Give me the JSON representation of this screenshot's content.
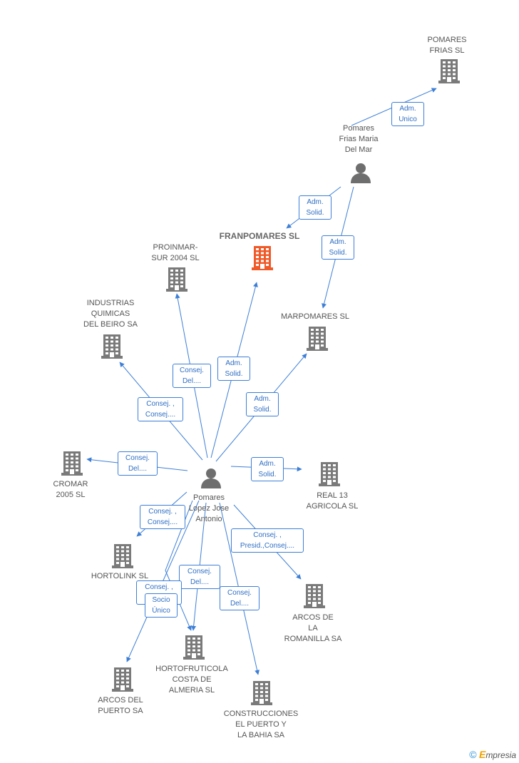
{
  "colors": {
    "edge": "#3d7fd6",
    "building": "#7a7a7a",
    "building_focus": "#f05a28",
    "person": "#6e6e6e"
  },
  "nodes": [
    {
      "id": "pomares-frias-sl",
      "type": "company",
      "label": "POMARES\nFRIAS SL"
    },
    {
      "id": "pomares-frias-maria",
      "type": "person",
      "label": "Pomares\nFrias Maria\nDel Mar"
    },
    {
      "id": "franpomares",
      "type": "company",
      "focus": true,
      "label": "FRANPOMARES SL"
    },
    {
      "id": "proinmar",
      "type": "company",
      "label": "PROINMAR-\nSUR 2004 SL"
    },
    {
      "id": "industrias",
      "type": "company",
      "label": "INDUSTRIAS\nQUIMICAS\nDEL BEIRO SA"
    },
    {
      "id": "marpomares",
      "type": "company",
      "label": "MARPOMARES SL"
    },
    {
      "id": "cromar",
      "type": "company",
      "label": "CROMAR\n2005 SL"
    },
    {
      "id": "pomares-lopez",
      "type": "person",
      "label": "Pomares\nLopez Jose\nAntonio"
    },
    {
      "id": "real13",
      "type": "company",
      "label": "REAL 13\nAGRICOLA SL"
    },
    {
      "id": "hortolink",
      "type": "company",
      "label": "HORTOLINK SL"
    },
    {
      "id": "arcos-romanilla",
      "type": "company",
      "label": "ARCOS DE\nLA\nROMANILLA SA"
    },
    {
      "id": "hortofruticola",
      "type": "company",
      "label": "HORTOFRUTICOLA\nCOSTA DE\nALMERIA SL"
    },
    {
      "id": "arcos-puerto",
      "type": "company",
      "label": "ARCOS DEL\nPUERTO SA"
    },
    {
      "id": "construcciones",
      "type": "company",
      "label": "CONSTRUCCIONES\nEL PUERTO Y\nLA BAHIA SA"
    }
  ],
  "edges": [
    {
      "from": "pomares-frias-maria",
      "to": "pomares-frias-sl",
      "label": "Adm.\nUnico"
    },
    {
      "from": "pomares-frias-maria",
      "to": "franpomares",
      "label": "Adm.\nSolid."
    },
    {
      "from": "pomares-frias-maria",
      "to": "marpomares",
      "label": "Adm.\nSolid."
    },
    {
      "from": "pomares-lopez",
      "to": "proinmar",
      "label": "Consej.\nDel...."
    },
    {
      "from": "pomares-lopez",
      "to": "franpomares",
      "label": "Adm.\nSolid."
    },
    {
      "from": "pomares-lopez",
      "to": "industrias",
      "label": "Consej. ,\nConsej...."
    },
    {
      "from": "pomares-lopez",
      "to": "marpomares",
      "label": "Adm.\nSolid."
    },
    {
      "from": "pomares-lopez",
      "to": "cromar",
      "label": "Consej.\nDel...."
    },
    {
      "from": "pomares-lopez",
      "to": "real13",
      "label": "Adm.\nSolid."
    },
    {
      "from": "pomares-lopez",
      "to": "hortolink",
      "label": "Consej. ,\nConsej...."
    },
    {
      "from": "pomares-lopez",
      "to": "arcos-romanilla",
      "label": "Consej. ,\nPresid.,Consej...."
    },
    {
      "from": "pomares-lopez",
      "to": "hortofruticola",
      "label": "Consej.\nDel...."
    },
    {
      "from": "pomares-lopez",
      "to": "hortofruticola",
      "label": "Consej. ,\nC..."
    },
    {
      "from": "pomares-lopez",
      "to": "arcos-puerto",
      "label": "Socio\nÚnico"
    },
    {
      "from": "pomares-lopez",
      "to": "construcciones",
      "label": "Consej.\nDel...."
    }
  ],
  "watermark": {
    "copyright": "©",
    "brand_initial": "E",
    "brand_rest": "mpresia"
  }
}
